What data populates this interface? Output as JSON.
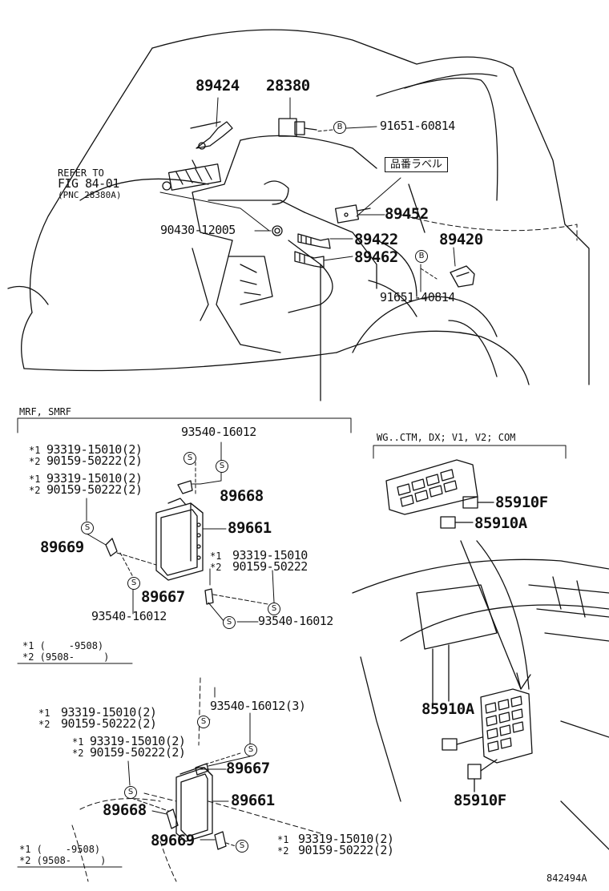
{
  "top": {
    "refer_to_line1": "REFER TO",
    "refer_to_line2": "FIG 84-01",
    "refer_to_line3": "(PNC 28380A)",
    "label_tag": "品番ラベル",
    "parts": {
      "p89424": "89424",
      "p28380": "28380",
      "p91651_60814": "91651-60814",
      "p89452": "89452",
      "p90430": "90430-12005",
      "p89422": "89422",
      "p89462": "89462",
      "p89420": "89420",
      "p91651_40814": "91651-40814"
    },
    "bolt_mark": "B"
  },
  "mid_left": {
    "section_label": "MRF, SMRF",
    "p93540_a": "93540-16012",
    "star1_a": "*1",
    "star2_a": "*2",
    "p93319_a": "93319-15010(2)",
    "p90159_a": "90159-50222(2)",
    "star1_b": "*1",
    "star2_b": "*2",
    "p93319_b": "93319-15010(2)",
    "p90159_b": "90159-50222(2)",
    "p89668": "89668",
    "p89661": "89661",
    "p89669": "89669",
    "star1_c": "*1",
    "star2_c": "*2",
    "p93319_c": "93319-15010",
    "p90159_c": "90159-50222",
    "p89667": "89667",
    "p93540_b": "93540-16012",
    "p93540_c": "93540-16012",
    "legend1": "*1 (    -9508)",
    "legend2": "*2 (9508-     )",
    "screw_mark": "S"
  },
  "mid_right": {
    "section_label": "WG..CTM, DX; V1, V2; COM",
    "p85910F_a": "85910F",
    "p85910A_a": "85910A",
    "p85910A_b": "85910A",
    "p85910F_b": "85910F"
  },
  "bottom_left": {
    "star1_a": "*1",
    "star2_a": "*2",
    "p93319_a": "93319-15010(2)",
    "p90159_a": "90159-50222(2)",
    "p93540_a": "93540-16012(3)",
    "star1_b": "*1",
    "star2_b": "*2",
    "p93319_b": "93319-15010(2)",
    "p90159_b": "90159-50222(2)",
    "p89667": "89667",
    "p89661": "89661",
    "p89668": "89668",
    "p89669": "89669",
    "star1_c": "*1",
    "star2_c": "*2",
    "p93319_c": "93319-15010(2)",
    "p90159_c": "90159-50222(2)",
    "legend1": "*1 (    -9508)",
    "legend2": "*2 (9508-     )"
  },
  "figure_code": "842494A"
}
